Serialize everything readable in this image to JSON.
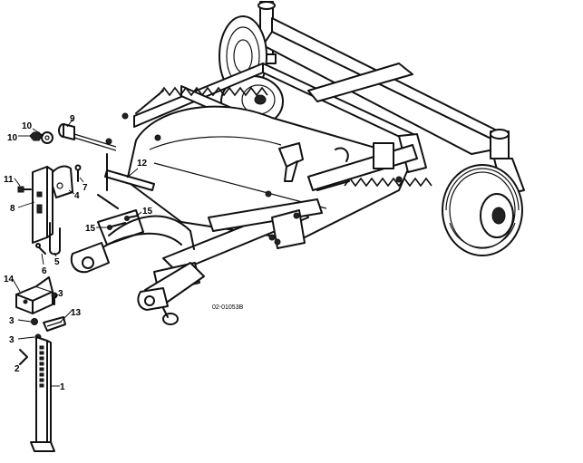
{
  "drawing_number": "02-01053B",
  "callouts": {
    "c1": "1",
    "c2": "2",
    "c3a": "3",
    "c3b": "3",
    "c3c": "3",
    "c4": "4",
    "c5": "5",
    "c6": "6",
    "c7": "7",
    "c8": "8",
    "c9": "9",
    "c10a": "10",
    "c10b": "10",
    "c11": "11",
    "c12": "12",
    "c13": "13",
    "c14": "14",
    "c15a": "15",
    "c15b": "15"
  }
}
